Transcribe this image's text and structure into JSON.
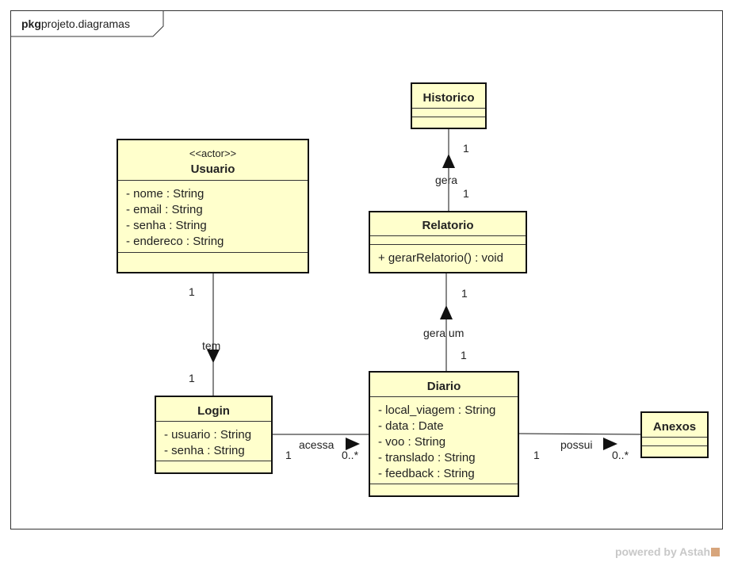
{
  "package": {
    "keyword": "pkg",
    "name": "projeto.diagramas"
  },
  "classes": {
    "historico": {
      "name": "Historico",
      "attributes": [],
      "operations": []
    },
    "usuario": {
      "stereotype": "<<actor>>",
      "name": "Usuario",
      "attributes": [
        "- nome : String",
        "- email : String",
        "- senha : String",
        "- endereco : String"
      ],
      "operations": []
    },
    "relatorio": {
      "name": "Relatorio",
      "attributes": [],
      "operations": [
        "+ gerarRelatorio() : void"
      ]
    },
    "login": {
      "name": "Login",
      "attributes": [
        "- usuario : String",
        "- senha : String"
      ],
      "operations": []
    },
    "diario": {
      "name": "Diario",
      "attributes": [
        "- local_viagem : String",
        "- data : Date",
        "- voo : String",
        "- translado : String",
        "- feedback : String"
      ],
      "operations": []
    },
    "anexos": {
      "name": "Anexos",
      "attributes": [],
      "operations": []
    }
  },
  "associations": {
    "gera": {
      "name": "gera",
      "mult_source": "1",
      "mult_target": "1"
    },
    "gera_um": {
      "name": "gera um",
      "mult_source": "1",
      "mult_target": "1"
    },
    "tem": {
      "name": "tem",
      "mult_source": "1",
      "mult_target": "1"
    },
    "acessa": {
      "name": "acessa",
      "mult_source": "1",
      "mult_target": "0..*"
    },
    "possui": {
      "name": "possui",
      "mult_source": "1",
      "mult_target": "0..*"
    }
  },
  "watermark": "powered by Astah"
}
